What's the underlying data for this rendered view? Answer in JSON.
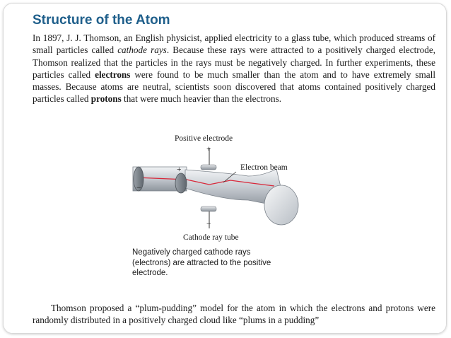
{
  "slide": {
    "title": "Structure of the Atom",
    "intro": {
      "p1": "In 1897, J. J. Thomson, an English physicist, applied electricity to a glass tube, which produced streams of small particles called ",
      "cathode_rays": "cathode rays",
      "p2": ". Because these rays were attracted to a positively charged electrode, Thomson realized that the particles in the rays must be negatively charged. In further experiments, these particles called ",
      "electrons": "electrons",
      "p3": " were found to be much smaller than the atom and to have extremely small masses. Because atoms are neutral, scientists soon discovered that atoms contained positively charged particles called ",
      "protons": "protons",
      "p4": " that were much heavier than the electrons."
    },
    "diagram": {
      "positive_electrode_label": "Positive electrode",
      "electron_beam_label": "Electron beam",
      "cathode_ray_tube_label": "Cathode ray tube",
      "plus_sign": "+",
      "minus_sign": "−",
      "caption": "Negatively charged cathode rays (electrons) are attracted to the positive electrode."
    },
    "conclusion": "Thomson proposed a “plum-pudding” model for the atom in which the electrons and protons were randomly distributed in a positively charged cloud like “plums in a pudding”"
  },
  "colors": {
    "title": "#1f5f8b",
    "beam": "#d8283a",
    "tube_fill": "#c9ced4"
  }
}
